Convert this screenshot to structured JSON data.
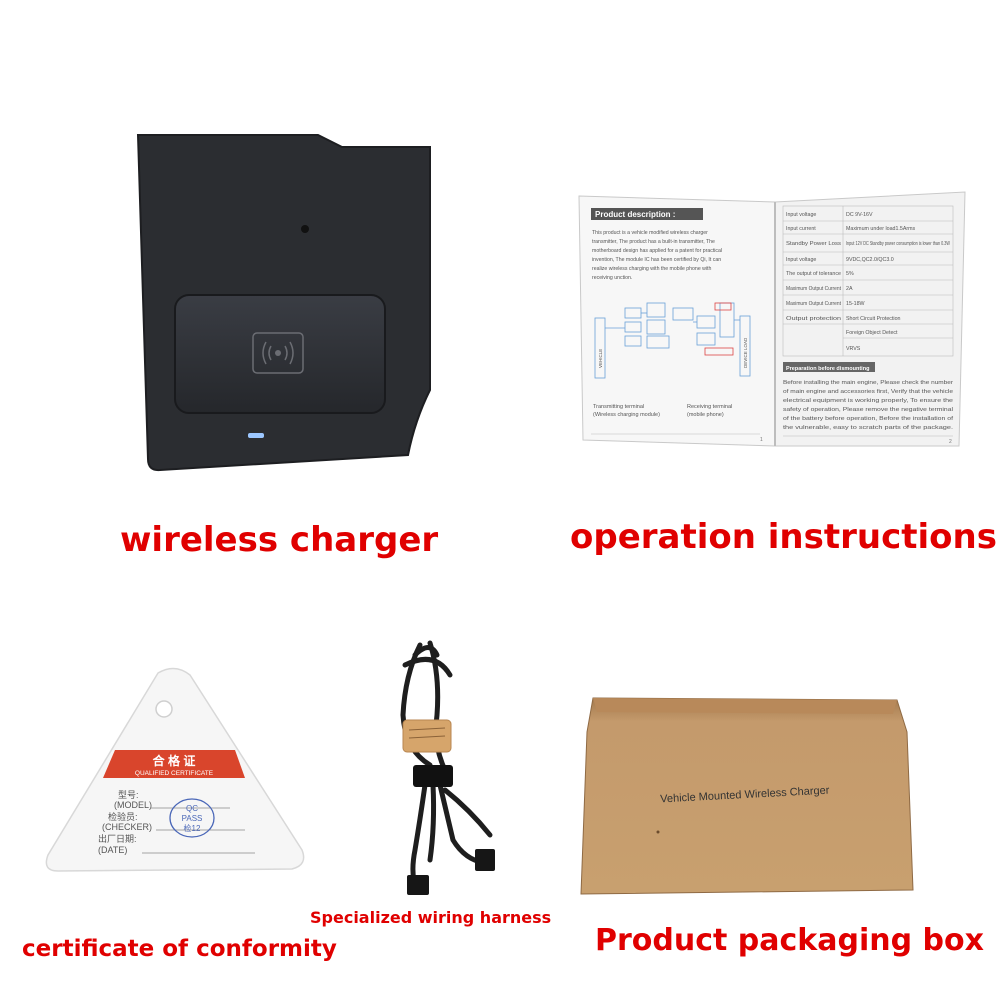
{
  "captions": {
    "charger": "wireless charger",
    "manual": "operation instructions",
    "certificate": "certificate of conformity",
    "harness": "Specialized wiring harness",
    "box": "Product packaging box"
  },
  "manual": {
    "heading": "Product description :",
    "intro": [
      "This product is a vehicle modified wireless charger",
      "transmitter, The product has a built-in transmitter, The",
      "motherboard design has applied for a patent for practical",
      "invention, The module IC has been certified by Qi, It can",
      "realize wireless charging with the mobile phone with",
      "receiving unction."
    ],
    "vehicle_label": "VEHICLE",
    "device_label": "DEVICE LOAD",
    "transmitting": [
      "Transmitting terminal",
      "(Wireless charging module)"
    ],
    "receiving": [
      "Receiving terminal",
      "(mobile phone)"
    ],
    "specs": [
      {
        "k": "Input voltage",
        "v": "DC 9V-16V"
      },
      {
        "k": "Input current",
        "v": "Maximum under load1.5Arms"
      },
      {
        "k": "Standby Power Loss",
        "v": "Input 12V DC Standby power consumption is lower than 0.3W"
      },
      {
        "k": "Input voltage",
        "v": "9VDC,QC2.0/QC3.0"
      },
      {
        "k": "The output of tolerance",
        "v": "5%"
      },
      {
        "k": "Maximum Output Current",
        "v": "2A"
      },
      {
        "k": "Maximum Output Current",
        "v": "15-18W"
      },
      {
        "k": "Output protection",
        "v": "Short Circuit Protection"
      },
      {
        "k": "",
        "v": "Foreign Object Detect"
      },
      {
        "k": "",
        "v": "VRVS"
      }
    ],
    "prep_heading": "Preparation before dismounting",
    "prep_text": [
      "Before installing the main engine, Please check the number",
      "of main engine and accessories first, Verify that the vehicle",
      "electrical equipment is working properly, To ensure the",
      "safety of operation, Please remove the negative terminal",
      "of the battery before operation, Before the installation of",
      "the vulnerable, easy to scratch parts of the package."
    ],
    "page_left": "1",
    "page_right": "2"
  },
  "certificate": {
    "title_cn": "合 格 证",
    "title_en": "QUALIFIED CERTIFICATE",
    "rows": [
      {
        "cn": "型号:",
        "en": "(MODEL)"
      },
      {
        "cn": "检验员:",
        "en": "(CHECKER)"
      },
      {
        "cn": "出厂日期:",
        "en": "(DATE)"
      }
    ],
    "stamp_top": "QC",
    "stamp_mid": "PASS",
    "stamp_bottom": "检12"
  },
  "box": {
    "label": "Vehicle Mounted Wireless Charger"
  },
  "colors": {
    "caption": "#e00000",
    "charger_body": "#2b2d31",
    "box_cardboard": "#c49a6c",
    "certificate_red": "#d9452c"
  }
}
